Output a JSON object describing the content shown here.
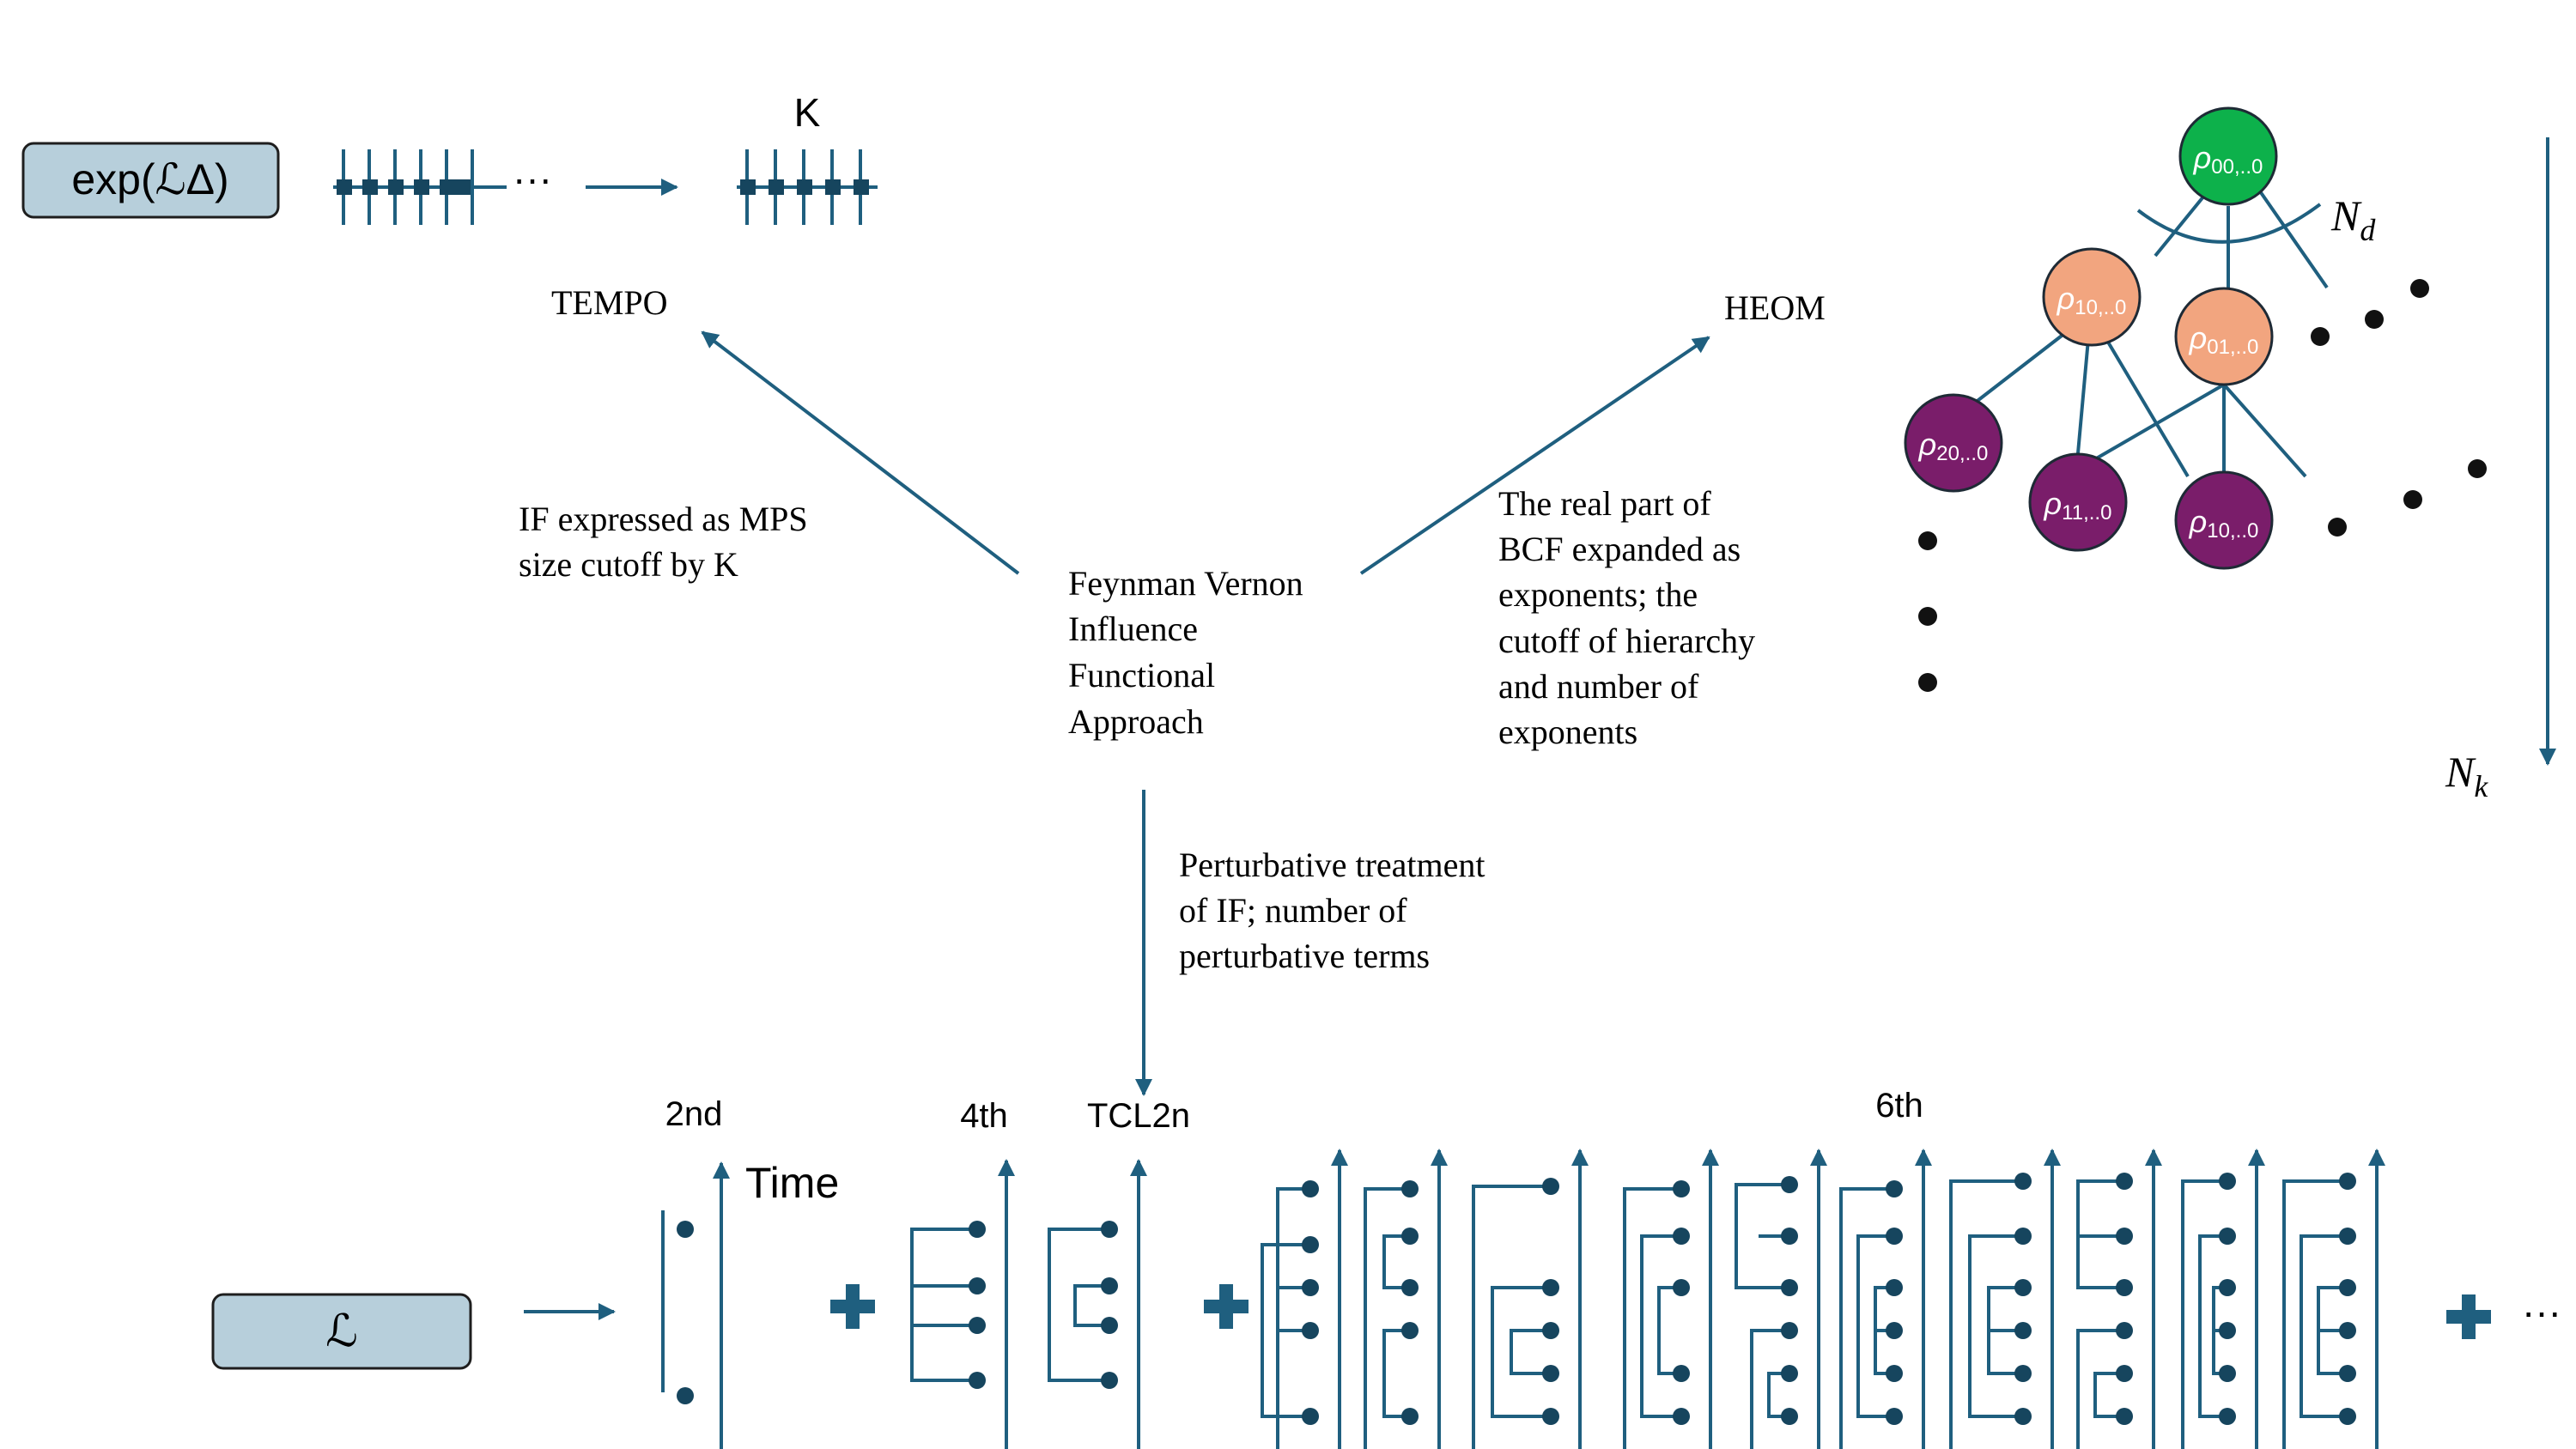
{
  "top_left": {
    "exp_box": "exp(ℒΔ)",
    "ellipsis": "···",
    "k_label": "K",
    "tempo": "TEMPO"
  },
  "center": {
    "if_mps": [
      "IF expressed as MPS",
      "size cutoff by K"
    ],
    "feynman": [
      "Feynman Vernon",
      "Influence",
      "Functional",
      "Approach"
    ],
    "heom": "HEOM",
    "bcf": [
      "The real part of",
      "BCF expanded as",
      "exponents; the",
      "cutoff of hierarchy",
      "and number of",
      "exponents"
    ],
    "perturbative": [
      "Perturbative treatment",
      "of IF; number of",
      "perturbative terms"
    ]
  },
  "tree": {
    "nodes": {
      "n00": {
        "main": "ρ",
        "sub": "00,..0"
      },
      "n10": {
        "main": "ρ",
        "sub": "10,..0"
      },
      "n01": {
        "main": "ρ",
        "sub": "01,..0"
      },
      "n20": {
        "main": "ρ",
        "sub": "20,..0"
      },
      "n11": {
        "main": "ρ",
        "sub": "11,..0"
      },
      "n10b": {
        "main": "ρ",
        "sub": "10,..0"
      }
    },
    "nd": {
      "main": "N",
      "sub": "d"
    },
    "nk": {
      "main": "N",
      "sub": "k"
    }
  },
  "bottom": {
    "l_box": "ℒ",
    "label_2nd": "2nd",
    "label_time": "Time",
    "label_4th": "4th",
    "label_tcl": "TCL2n",
    "label_6th": "6th",
    "ellipsis": "···"
  },
  "colors": {
    "accent": "#1f5f7f",
    "box_fill": "#b7cfdb",
    "node_green": "#0db14b",
    "node_orange": "#f2a57f",
    "node_purple": "#7a1d6a"
  }
}
